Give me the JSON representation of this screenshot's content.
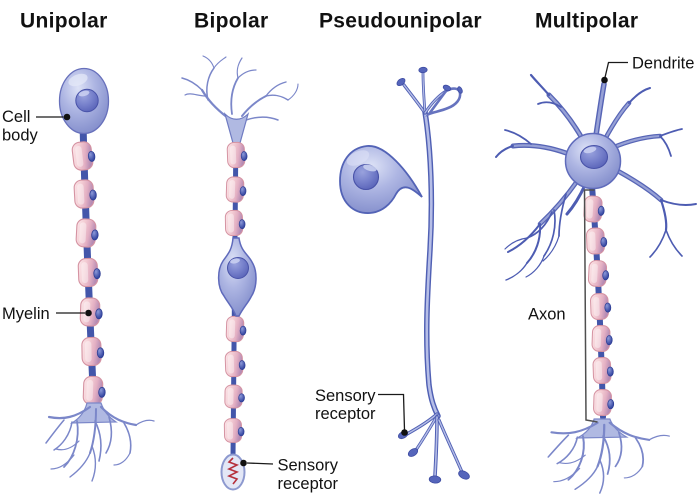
{
  "figure": {
    "columns": [
      {
        "id": "unipolar",
        "title": "Unipolar"
      },
      {
        "id": "bipolar",
        "title": "Bipolar"
      },
      {
        "id": "pseudounipolar",
        "title": "Pseudounipolar"
      },
      {
        "id": "multipolar",
        "title": "Multipolar"
      }
    ],
    "labels": {
      "unipolar": {
        "cell_body": [
          "Cell",
          "body"
        ],
        "myelin": "Myelin"
      },
      "bipolar": {
        "sensory_receptor": [
          "Sensory",
          "receptor"
        ]
      },
      "pseudounipolar": {
        "sensory_receptor": [
          "Sensory",
          "receptor"
        ]
      },
      "multipolar": {
        "dendrite": "Dendrite",
        "axon": "Axon"
      }
    },
    "colors": {
      "background": "#ffffff",
      "soma_fill": "#a5aede",
      "soma_outline": "#5c68b8",
      "nucleus_fill": "#6771c4",
      "myelin_fill": "#f3cbd3",
      "myelin_outline": "#d593a2",
      "myelin_shade": "#b68cb4",
      "axon": "#4356aa",
      "schwann_nucleus": "#3c4da6",
      "branches": "#7b87c9",
      "receptor_zigzag": "#b5303c",
      "text": "#111111"
    }
  }
}
